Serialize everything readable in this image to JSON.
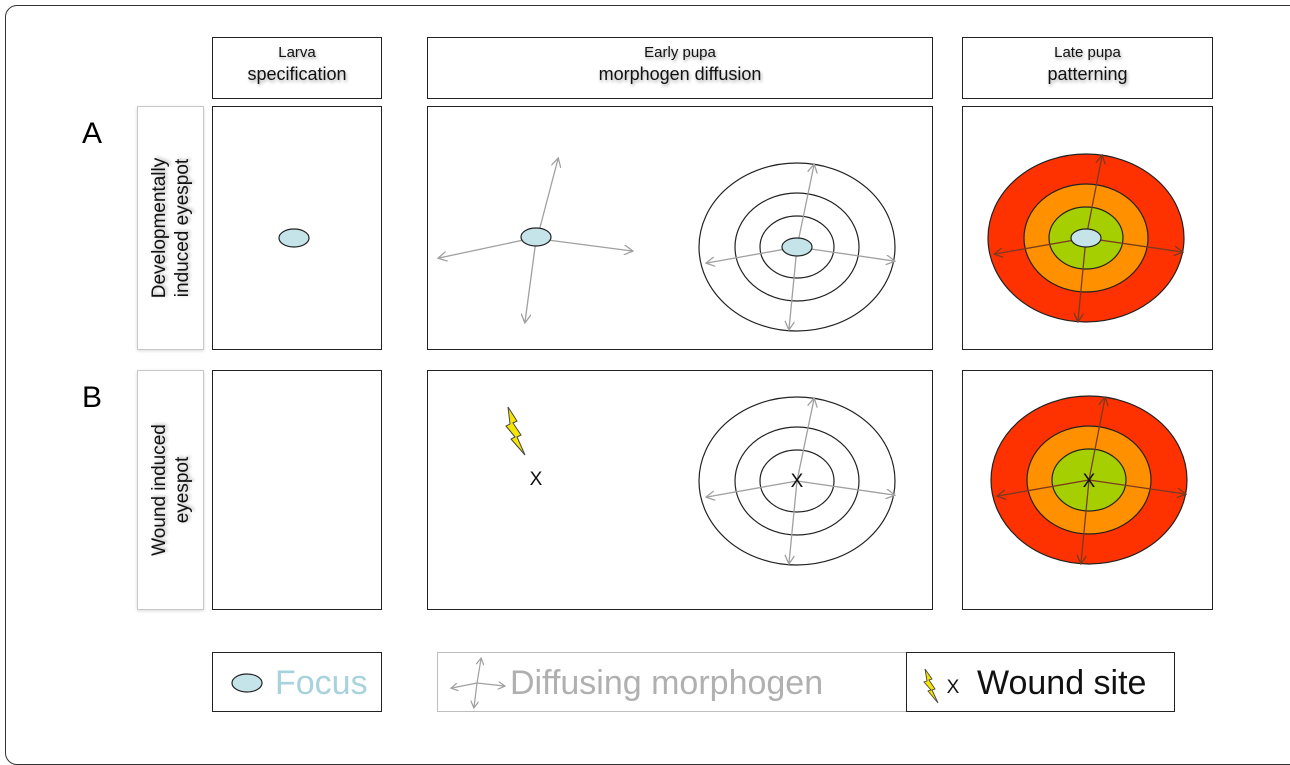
{
  "columns": [
    {
      "title": "Larva",
      "subtitle": "specification"
    },
    {
      "title": "Early pupa",
      "subtitle": "morphogen diffusion"
    },
    {
      "title": "Late pupa",
      "subtitle": "patterning"
    }
  ],
  "rows": [
    {
      "letter": "A",
      "label_line1": "Developmentally",
      "label_line2": "induced eyespot"
    },
    {
      "letter": "B",
      "label_line1": "Wound induced",
      "label_line2": "eyespot"
    }
  ],
  "wound_marker": "X",
  "legend": {
    "focus": "Focus",
    "diffusing": "Diffusing morphogen",
    "wound_x": "X",
    "wound": "Wound site"
  },
  "colors": {
    "focus_fill": "#c5e4ea",
    "focus_text": "#a8d3dc",
    "arrow": "#a0a0a0",
    "diffusing_text": "#b0b0b0",
    "ring_outer": "#fe3100",
    "ring_middle": "#ff9100",
    "ring_inner": "#a5cf00",
    "bolt": "#f5e600"
  }
}
